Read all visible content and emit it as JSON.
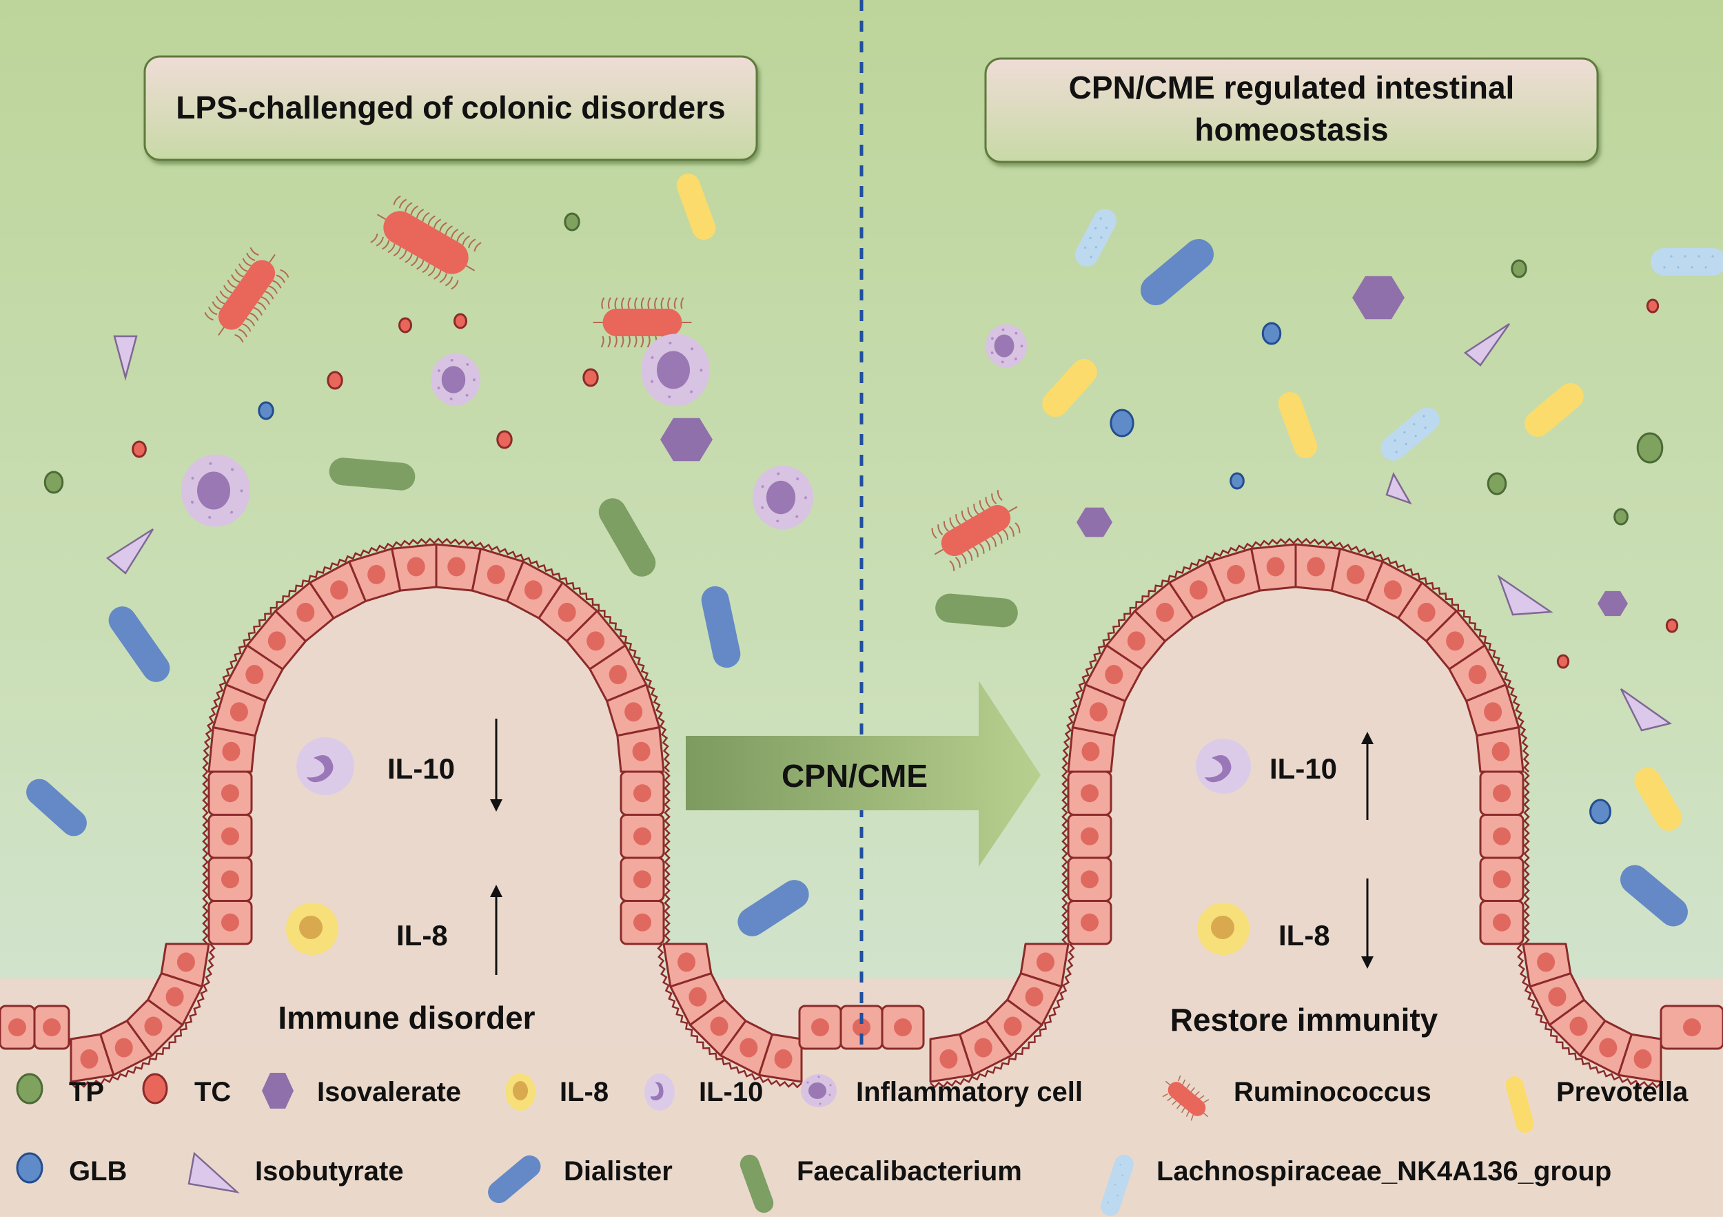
{
  "panels": {
    "left": {
      "title": "LPS-challenged of colonic disorders",
      "cytokines": [
        {
          "name": "IL-10",
          "trend": "down"
        },
        {
          "name": "IL-8",
          "trend": "up"
        }
      ],
      "status": "Immune disorder"
    },
    "right": {
      "title_line1": "CPN/CME regulated intestinal",
      "title_line2": "homeostasis",
      "cytokines": [
        {
          "name": "IL-10",
          "trend": "up"
        },
        {
          "name": "IL-8",
          "trend": "down"
        }
      ],
      "status": "Restore immunity"
    }
  },
  "treatment_arrow": {
    "label": "CPN/CME"
  },
  "legend": [
    {
      "key": "tp",
      "label": "TP",
      "icon": "green-circle-icon"
    },
    {
      "key": "tc",
      "label": "TC",
      "icon": "red-circle-icon"
    },
    {
      "key": "isovalerate",
      "label": "Isovalerate",
      "icon": "purple-hexagon-icon"
    },
    {
      "key": "il8",
      "label": "IL-8",
      "icon": "yellow-cell-icon"
    },
    {
      "key": "il10",
      "label": "IL-10",
      "icon": "lilac-cell-icon"
    },
    {
      "key": "inflammatory",
      "label": "Inflammatory cell",
      "icon": "inflammatory-cell-icon"
    },
    {
      "key": "ruminococcus",
      "label": "Ruminococcus",
      "icon": "ciliated-red-bacterium-icon"
    },
    {
      "key": "prevotella",
      "label": "Prevotella",
      "icon": "yellow-rod-icon"
    },
    {
      "key": "glb",
      "label": "GLB",
      "icon": "blue-circle-icon"
    },
    {
      "key": "isobutyrate",
      "label": "Isobutyrate",
      "icon": "lilac-triangle-icon"
    },
    {
      "key": "dialister",
      "label": "Dialister",
      "icon": "blue-rod-icon"
    },
    {
      "key": "faecalibacterium",
      "label": "Faecalibacterium",
      "icon": "green-rod-icon"
    },
    {
      "key": "lachnospiraceae",
      "label": "Lachnospiraceae_NK4A136_group",
      "icon": "light-blue-rod-icon"
    }
  ],
  "colors": {
    "tp": "#7fa35f",
    "tc": "#e8675a",
    "isovalerate": "#9070aa",
    "il8_outer": "#f7df7a",
    "il8_inner": "#d9a94f",
    "il10_outer": "#dccbe8",
    "il10_inner": "#9977b8",
    "inflammatory_outer": "#d8c3e2",
    "inflammatory_inner": "#9a78b3",
    "ruminococcus": "#e8675a",
    "prevotella": "#fbdb6b",
    "glb": "#5f8bc9",
    "isobutyrate": "#dcc8ea",
    "dialister": "#6489c6",
    "faecalibacterium": "#7d9f63",
    "lachnospiraceae": "#bcd9f0",
    "cell_fill": "#f2a99e",
    "cell_nucleus": "#e0695f",
    "cell_border": "#8c2a2a",
    "divider": "#1f4f9e"
  }
}
